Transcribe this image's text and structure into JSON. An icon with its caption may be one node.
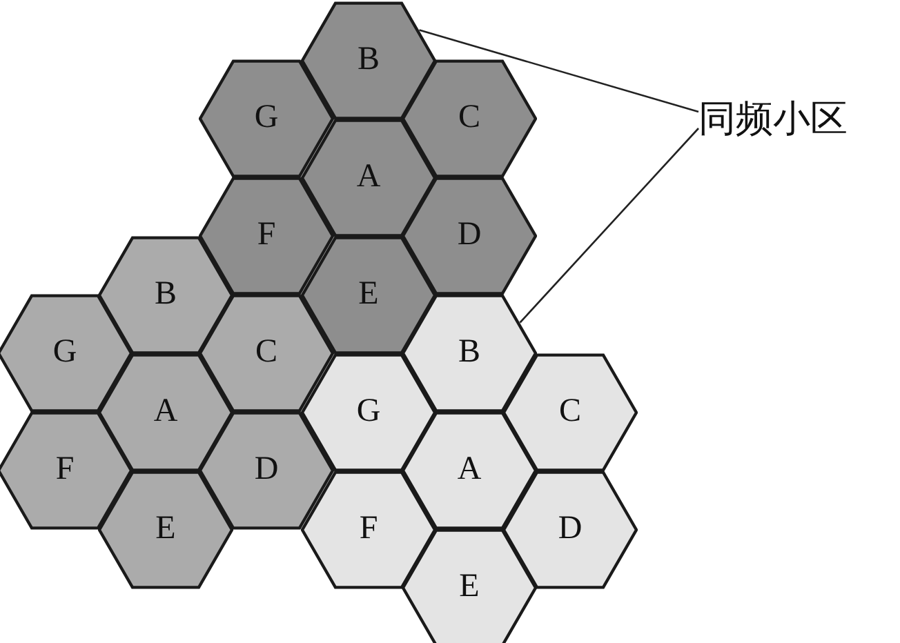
{
  "diagram": {
    "nodes": [
      {
        "text": [
          "B"
        ]
      },
      {
        "text": [
          "G"
        ]
      },
      {
        "text": [
          "C"
        ]
      },
      {
        "text": [
          "A"
        ]
      },
      {
        "text": [
          "F"
        ]
      },
      {
        "text": [
          "D"
        ]
      },
      {
        "text": [
          "E"
        ]
      },
      {
        "text": [
          "同频小区"
        ]
      },
      {
        "text": [
          "B"
        ]
      },
      {
        "text": [
          "G"
        ]
      },
      {
        "text": [
          "C"
        ]
      },
      {
        "text": [
          "A"
        ]
      },
      {
        "text": [
          "F"
        ]
      },
      {
        "text": [
          "D"
        ]
      },
      {
        "text": [
          "E"
        ]
      },
      {
        "text": [
          "B"
        ]
      },
      {
        "text": [
          "G"
        ]
      },
      {
        "text": [
          "C"
        ]
      },
      {
        "text": [
          "A"
        ]
      },
      {
        "text": [
          "F"
        ]
      },
      {
        "text": [
          "D"
        ]
      },
      {
        "text": [
          "E"
        ]
      }
    ],
    "edges": [
      {
        "from": 7,
        "to": 0,
        "arrow": "none"
      },
      {
        "from": 7,
        "to": 15,
        "arrow": "none"
      }
    ]
  }
}
